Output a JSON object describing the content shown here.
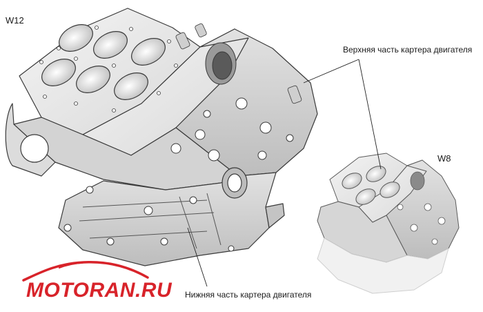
{
  "labels": {
    "w12": "W12",
    "w8": "W8",
    "upper_crankcase": "Верхняя часть картера двигателя",
    "lower_crankcase": "Нижняя часть картера двигателя"
  },
  "watermark": {
    "text": "MOTORAN.RU",
    "color": "#d8232a",
    "icon": "car-silhouette-icon"
  },
  "colors": {
    "engine_fill": "#e9e9e9",
    "engine_shade": "#c8c8c8",
    "engine_outline": "#3a3a3a",
    "leader_line": "#222222"
  }
}
